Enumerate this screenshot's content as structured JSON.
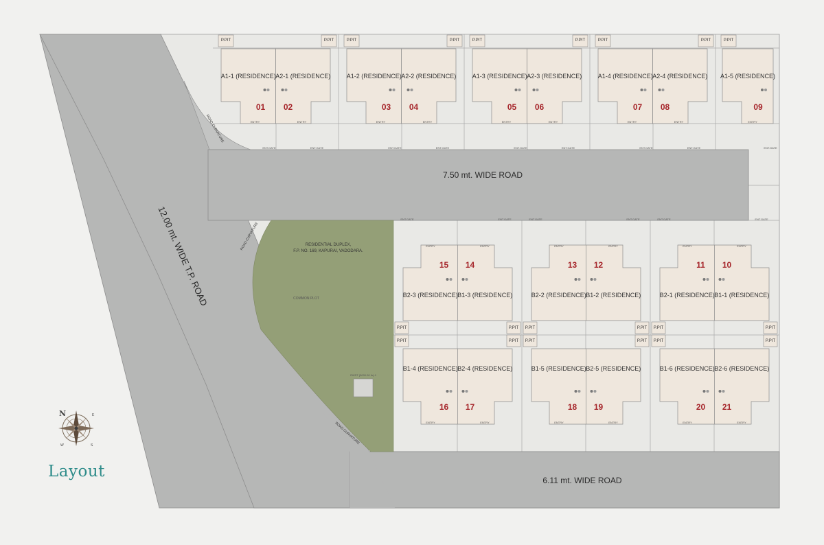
{
  "title": "Layout",
  "roads": {
    "tp_road": "12.00 mt. WIDE T.P. ROAD",
    "road_top": "7.50 mt. WIDE ROAD",
    "road_bottom": "6.11 mt. WIDE ROAD",
    "curvature": "ROAD CURVATURE"
  },
  "site": {
    "name_line1": "RESIDENTIAL DUPLEX,",
    "name_line2": "F.P. NO. 169, KAPURAI, VADODARA.",
    "common_plot": "COMMON PLOT",
    "water_tank": "RWST (5000.00 ltr)-1"
  },
  "labels": {
    "ppit": "P.PIT",
    "entry": "ENTRY",
    "ent_gate": "ENT.GATE"
  },
  "compass": {
    "n": "N",
    "e": "E",
    "s": "S",
    "w": "W"
  },
  "colors": {
    "road": "#b6b7b6",
    "plot": "#e9e9e6",
    "unit": "#efe7dd",
    "green": "#949f77",
    "number": "#a6262b",
    "title": "#2e8c8a"
  },
  "units": [
    {
      "label": "A1-1 (RESIDENCE)",
      "number": "01"
    },
    {
      "label": "A2-1 (RESIDENCE)",
      "number": "02"
    },
    {
      "label": "A1-2 (RESIDENCE)",
      "number": "03"
    },
    {
      "label": "A2-2 (RESIDENCE)",
      "number": "04"
    },
    {
      "label": "A1-3 (RESIDENCE)",
      "number": "05"
    },
    {
      "label": "A2-3 (RESIDENCE)",
      "number": "06"
    },
    {
      "label": "A1-4 (RESIDENCE)",
      "number": "07"
    },
    {
      "label": "A2-4 (RESIDENCE)",
      "number": "08"
    },
    {
      "label": "A1-5 (RESIDENCE)",
      "number": "09"
    },
    {
      "label": "B1-1 (RESIDENCE)",
      "number": "10"
    },
    {
      "label": "B2-1 (RESIDENCE)",
      "number": "11"
    },
    {
      "label": "B1-2 (RESIDENCE)",
      "number": "12"
    },
    {
      "label": "B2-2 (RESIDENCE)",
      "number": "13"
    },
    {
      "label": "B1-3 (RESIDENCE)",
      "number": "14"
    },
    {
      "label": "B2-3 (RESIDENCE)",
      "number": "15"
    },
    {
      "label": "B1-4 (RESIDENCE)",
      "number": "16"
    },
    {
      "label": "B2-4 (RESIDENCE)",
      "number": "17"
    },
    {
      "label": "B1-5 (RESIDENCE)",
      "number": "18"
    },
    {
      "label": "B2-5 (RESIDENCE)",
      "number": "19"
    },
    {
      "label": "B1-6 (RESIDENCE)",
      "number": "20"
    },
    {
      "label": "B2-6 (RESIDENCE)",
      "number": "21"
    }
  ]
}
